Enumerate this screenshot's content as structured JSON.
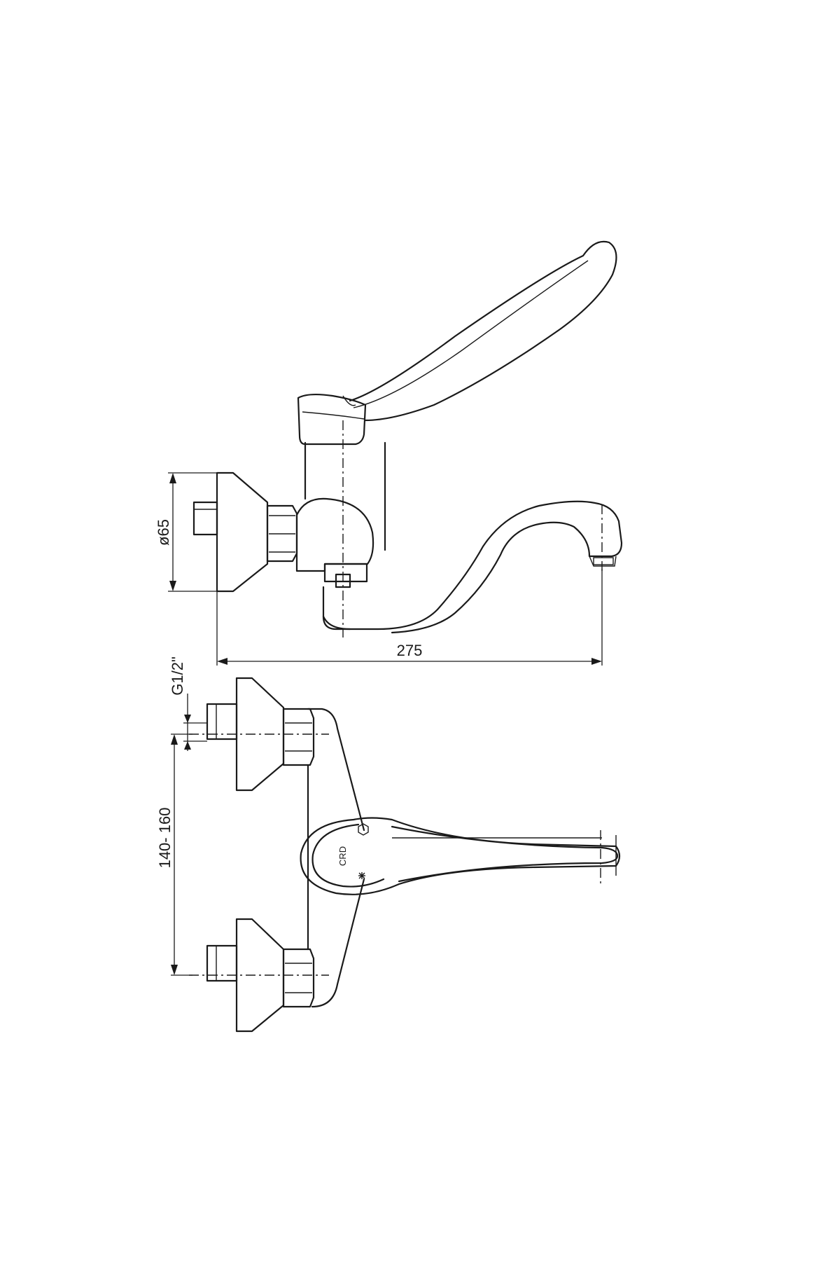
{
  "dimensions": {
    "diameter": "ø65",
    "projection": "275",
    "thread": "G1/2\"",
    "center_spacing": "140- 160"
  },
  "logo_text": "CRD",
  "line_color": "#1a1a1a",
  "background_color": "#ffffff"
}
